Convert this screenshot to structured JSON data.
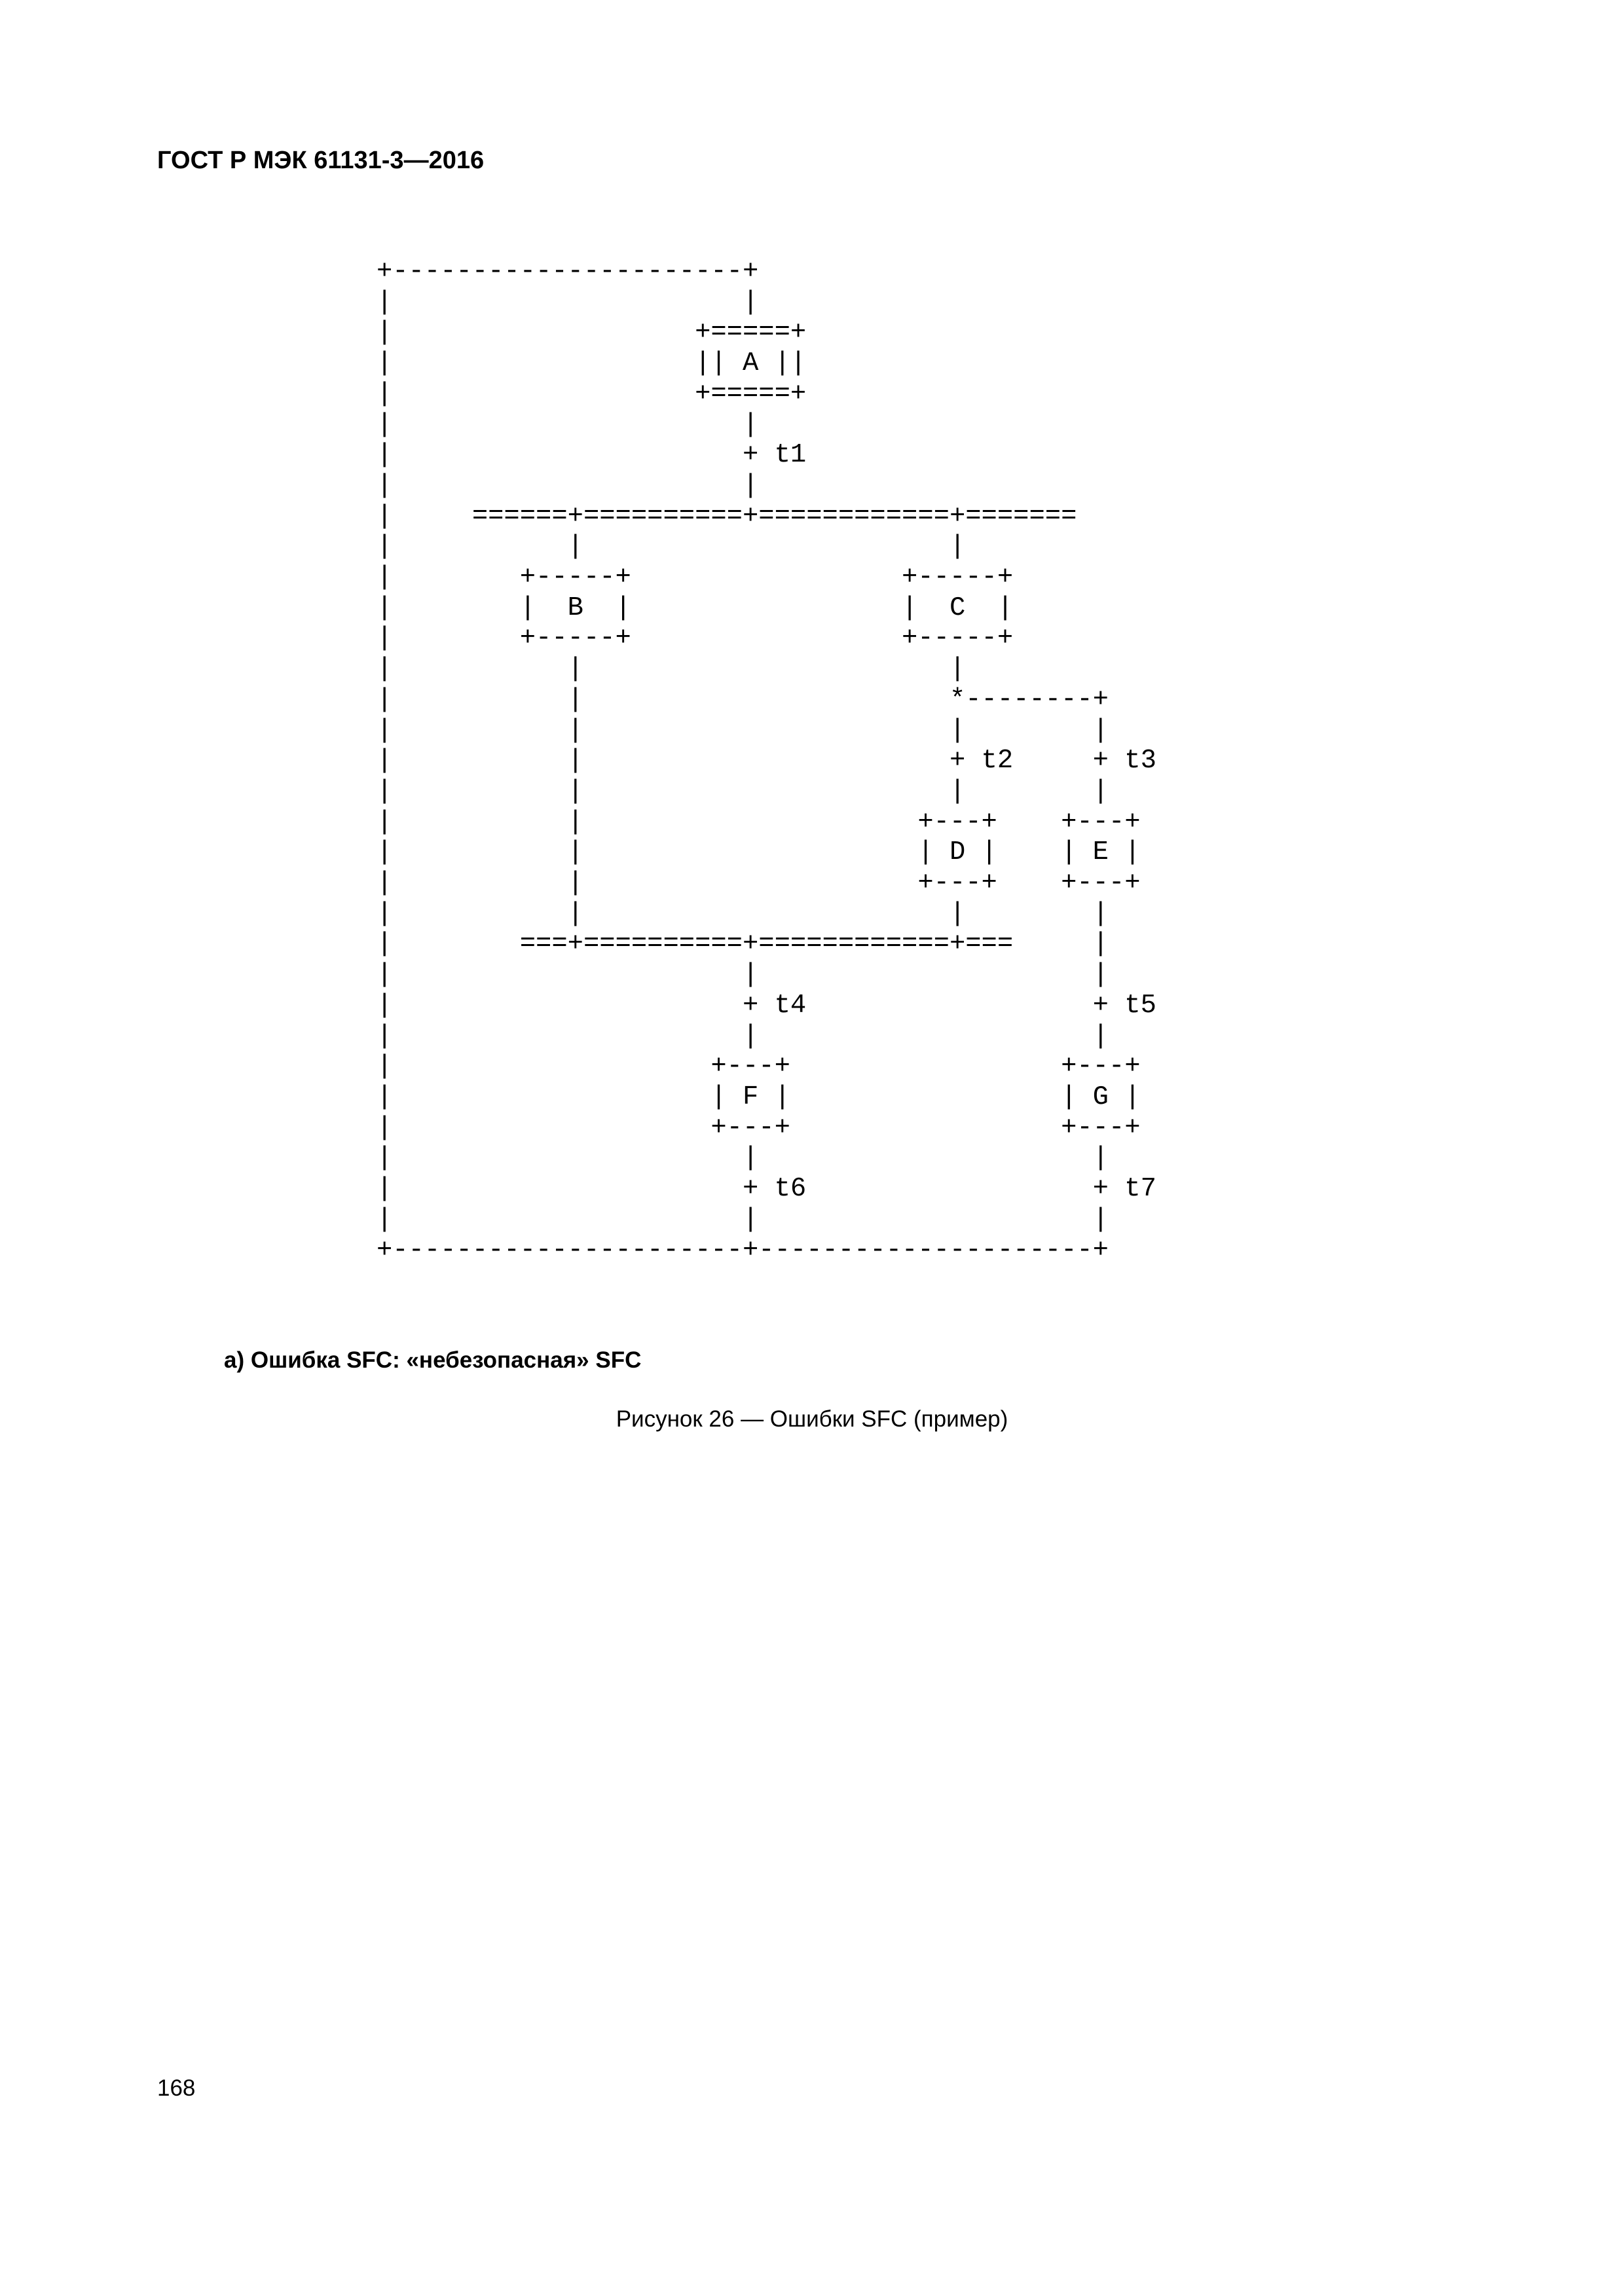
{
  "header": {
    "standard": "ГОСТ Р МЭК 61131-3—2016"
  },
  "figure": {
    "diagram_text": "+----------------------+\n|                      |\n|                   +=====+\n|                   || A ||\n|                   +=====+\n|                      |\n|                      + t1\n|                      |\n|     ======+==========+============+=======\n|           |                       |\n|        +-----+                 +-----+\n|        |  B  |                 |  C  |\n|        +-----+                 +-----+\n|           |                       |\n|           |                       *--------+\n|           |                       |        |\n|           |                       + t2     + t3\n|           |                       |        |\n|           |                     +---+    +---+\n|           |                     | D |    | E |\n|           |                     +---+    +---+\n|           |                       |        |\n|        ===+==========+============+===     |\n|                      |                     |\n|                      + t4                  + t5\n|                      |                     |\n|                    +---+                 +---+\n|                    | F |                 | G |\n|                    +---+                 +---+\n|                      |                     |\n|                      + t6                  + t7\n|                      |                     |\n+----------------------+---------------------+",
    "subcaption": "а) Ошибка SFC: «небезопасная» SFC",
    "caption": "Рисунок 26 — Ошибки SFC (пример)"
  },
  "footer": {
    "page_number": "168"
  }
}
